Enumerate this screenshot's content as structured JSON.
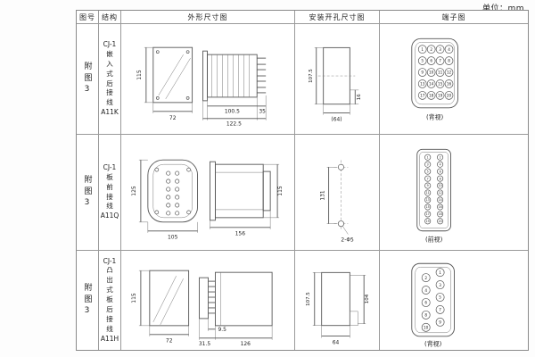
{
  "page": {
    "unit_label": "单位：mm"
  },
  "headers": {
    "fig_no": "图号",
    "structure": "结构",
    "outline": "外形尺寸图",
    "install": "安装开孔尺寸图",
    "terminal": "端子图"
  },
  "rows": [
    {
      "fig_no": "附图3",
      "structure": "CJ-1\n嵌\n入\n式\n后\n接\n线\nA11K",
      "outline": {
        "height": "115",
        "width": "72",
        "body_depth": "100.5",
        "total_depth": "122.5",
        "pin_depth": "35"
      },
      "install": {
        "height": "107.5",
        "notch": "16",
        "width": "(64)"
      },
      "terminal": {
        "caption": "(背视)",
        "numbers": [
          "1",
          "2",
          "3",
          "4",
          "5",
          "6",
          "7",
          "8",
          "9",
          "10",
          "11",
          "12",
          "13",
          "14",
          "15",
          "16",
          "17",
          "18",
          "19",
          "20"
        ]
      }
    },
    {
      "fig_no": "附图3",
      "structure": "CJ-1\n板\n前\n接\n线\nA11Q",
      "outline": {
        "height": "125",
        "width": "105",
        "depth": "156",
        "side_height": "115"
      },
      "install": {
        "hole_spacing": "131",
        "hole_label": "2-Φ5"
      },
      "terminal": {
        "caption": "(前视)",
        "numbers": [
          "1",
          "2",
          "3",
          "4",
          "5",
          "6",
          "7",
          "8",
          "9",
          "10",
          "11",
          "12",
          "13",
          "14",
          "15",
          "16",
          "17",
          "18",
          "19",
          "20"
        ]
      }
    },
    {
      "fig_no": "附图3",
      "structure": "CJ-1\n凸\n出\n式\n板\n后\n接\n线\nA11H",
      "outline": {
        "height": "115",
        "width": "72",
        "pin_len": "9.5",
        "rear_depth": "31.5",
        "body_depth": "126"
      },
      "install": {
        "height": "107.5",
        "inner_height": "104",
        "width": "64"
      },
      "terminal": {
        "caption": "(背视)",
        "numbers": [
          "1",
          "2",
          "3",
          "4",
          "5",
          "6",
          "7",
          "8",
          "9",
          "10"
        ]
      }
    }
  ]
}
